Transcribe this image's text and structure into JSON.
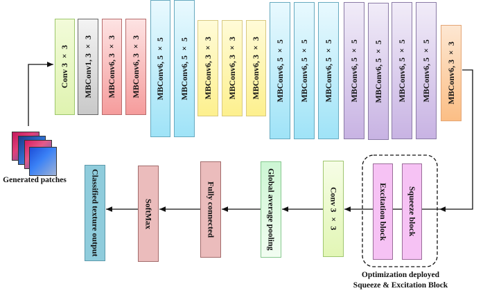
{
  "input": {
    "label": "Generated patches",
    "icon": "image-patches-icon"
  },
  "backbone": [
    {
      "label": "Conv 3 × 3",
      "color": "green"
    },
    {
      "label": "MBConv1, 3 × 3",
      "color": "gray"
    },
    {
      "label": "MBConv6, 3 × 3",
      "color": "red"
    },
    {
      "label": "MBConv6, 3 × 3",
      "color": "red"
    },
    {
      "label": "MBConv6, 5 × 5",
      "color": "cyan"
    },
    {
      "label": "MBConv6, 5 × 5",
      "color": "cyan"
    },
    {
      "label": "MBConv6, 3 × 3",
      "color": "yellow"
    },
    {
      "label": "MBConv6, 3 × 3",
      "color": "yellow"
    },
    {
      "label": "MBConv6, 3 × 3",
      "color": "yellow"
    },
    {
      "label": "MBConv6, 5 × 5",
      "color": "cyan"
    },
    {
      "label": "MBConv6, 5 × 5",
      "color": "cyan"
    },
    {
      "label": "MBConv6, 5 × 5",
      "color": "cyan"
    },
    {
      "label": "MBConv6, 5 × 5",
      "color": "purple"
    },
    {
      "label": "MBConv6, 5 × 5",
      "color": "purple"
    },
    {
      "label": "MBConv6, 5 × 5",
      "color": "purple"
    },
    {
      "label": "MBConv6, 5 × 5",
      "color": "purple"
    },
    {
      "label": "MBConv6, 3 × 3",
      "color": "orange"
    }
  ],
  "se_block": {
    "squeeze": "Squeeze block",
    "excitation": "Excitation block",
    "caption_line1": "Optimization deployed",
    "caption_line2": "Squeeze & Excitation Block"
  },
  "head": {
    "conv": "Conv 3 × 3",
    "gap": "Global average pooling",
    "fc": "Fully connected",
    "softmax": "SoftMax",
    "output": "Classified texture output"
  }
}
